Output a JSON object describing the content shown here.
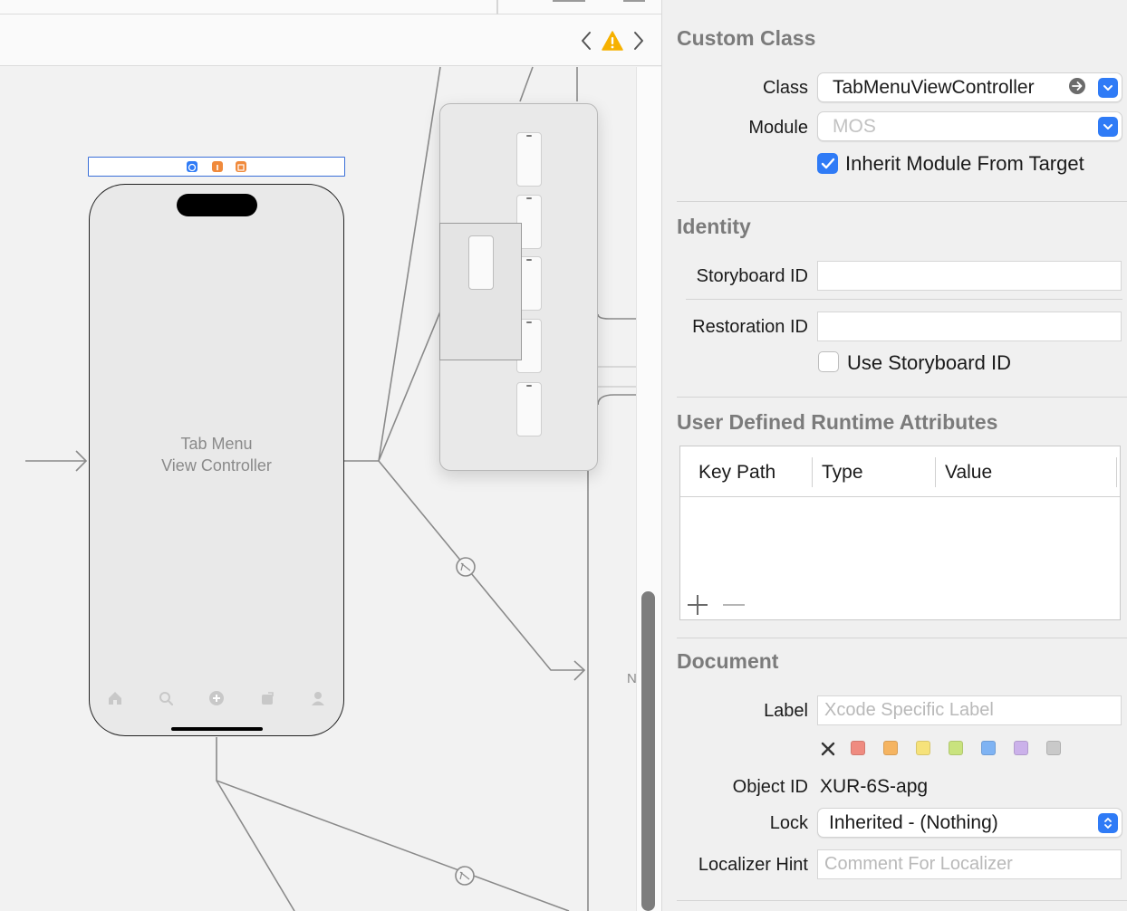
{
  "inspector": {
    "custom_class": {
      "title": "Custom Class",
      "class_label": "Class",
      "class_value": "TabMenuViewController",
      "module_label": "Module",
      "module_placeholder": "MOS",
      "inherit_label": "Inherit Module From Target",
      "inherit_checked": true
    },
    "identity": {
      "title": "Identity",
      "storyboard_id_label": "Storyboard ID",
      "storyboard_id_value": "",
      "restoration_id_label": "Restoration ID",
      "restoration_id_value": "",
      "use_storyboard_id_label": "Use Storyboard ID",
      "use_storyboard_id_checked": false
    },
    "runtime_attributes": {
      "title": "User Defined Runtime Attributes",
      "columns": [
        "Key Path",
        "Type",
        "Value"
      ],
      "rows": []
    },
    "document": {
      "title": "Document",
      "label_label": "Label",
      "label_placeholder": "Xcode Specific Label",
      "label_colors": [
        "#ef8b80",
        "#f5b461",
        "#f6e27a",
        "#c9e37e",
        "#7fb3f3",
        "#cbb1ea",
        "#c9c9c9"
      ],
      "object_id_label": "Object ID",
      "object_id_value": "XUR-6S-apg",
      "lock_label": "Lock",
      "lock_value": "Inherited - (Nothing)",
      "localizer_hint_label": "Localizer Hint",
      "localizer_hint_placeholder": "Comment For Localizer"
    }
  },
  "canvas": {
    "tab_scene": {
      "title_line1": "Tab Menu",
      "title_line2": "View Controller",
      "tab_icons": [
        "house-icon",
        "magnifier-icon",
        "plus-circle-icon",
        "bag-icon",
        "person-icon"
      ]
    },
    "dock_icons": [
      "view-controller-icon",
      "first-responder-icon",
      "exit-icon"
    ],
    "nav_scene": {
      "mini_count": 5
    },
    "accent": "#f6b100"
  }
}
